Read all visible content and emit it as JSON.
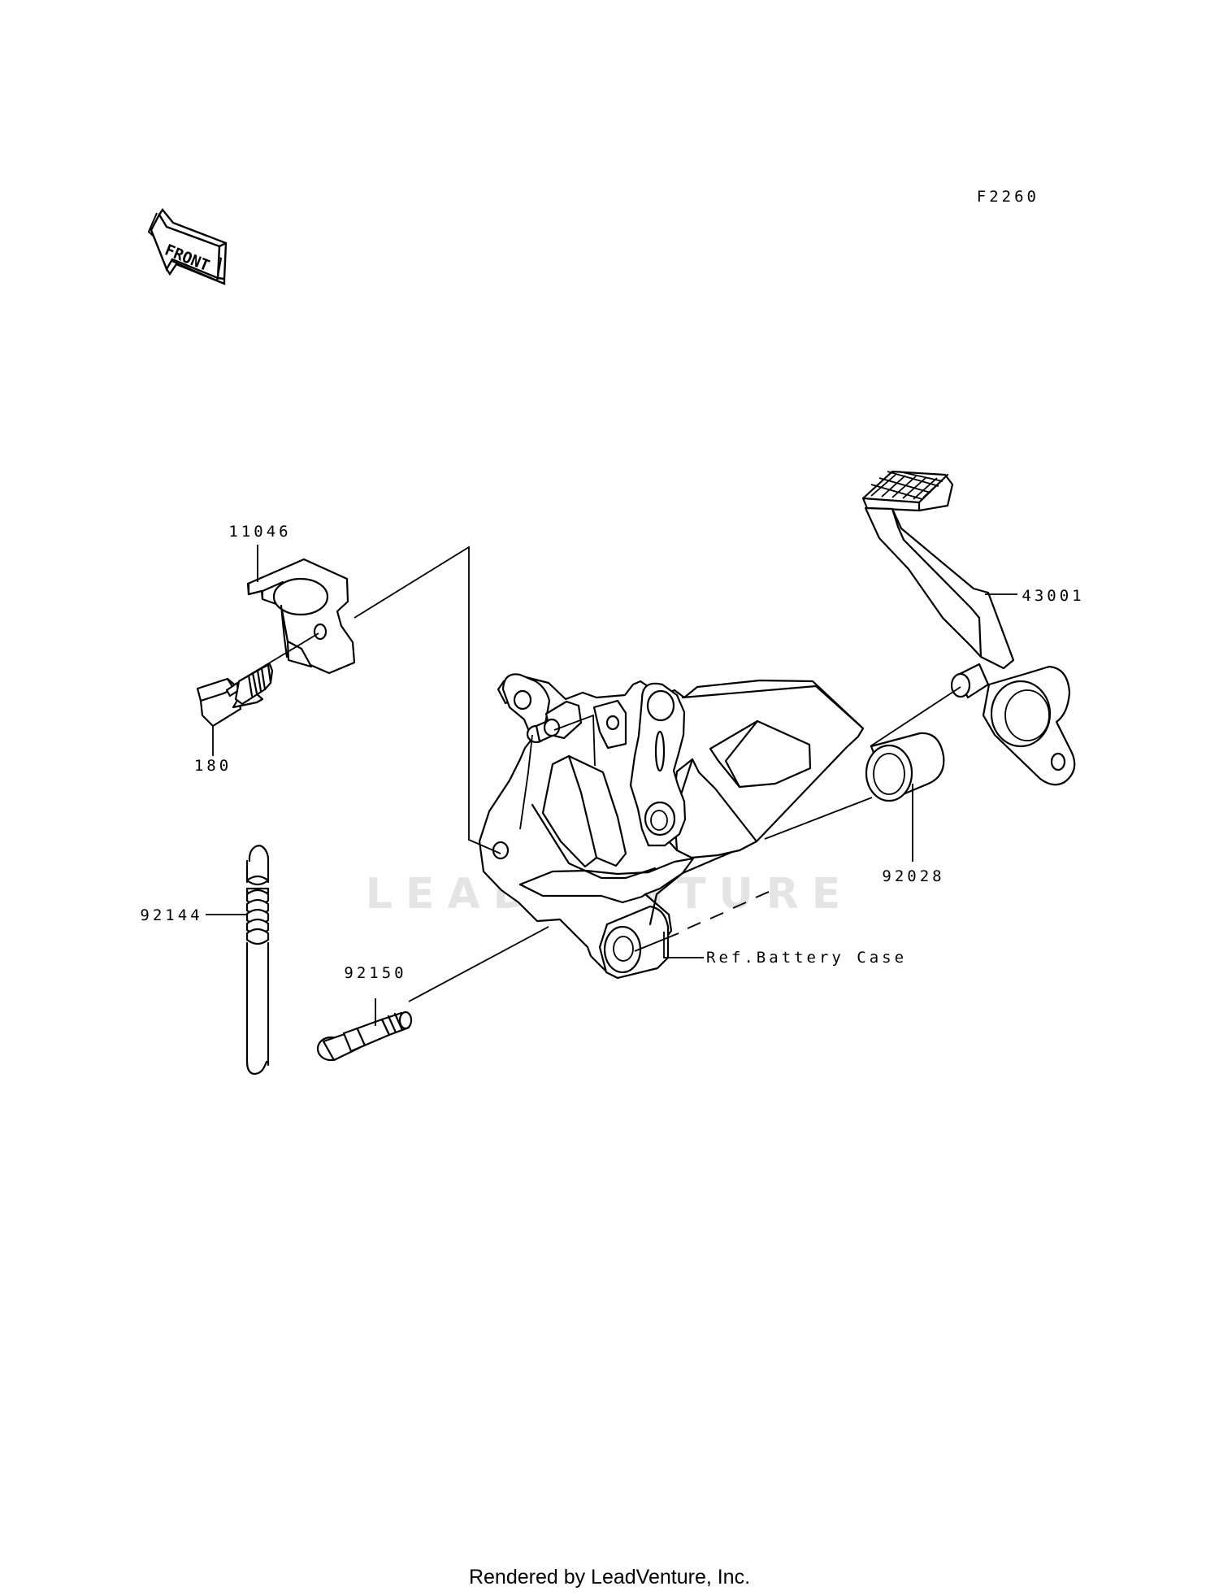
{
  "diagram_code": "F2260",
  "front_label": "FRONT",
  "watermark": "LEADVENTURE",
  "labels": {
    "p11046": "11046",
    "p180": "180",
    "p92144": "92144",
    "p92150": "92150",
    "p43001": "43001",
    "p92028": "92028",
    "ref_battery_case": "Ref.Battery Case"
  },
  "footer": "Rendered by LeadVenture, Inc."
}
